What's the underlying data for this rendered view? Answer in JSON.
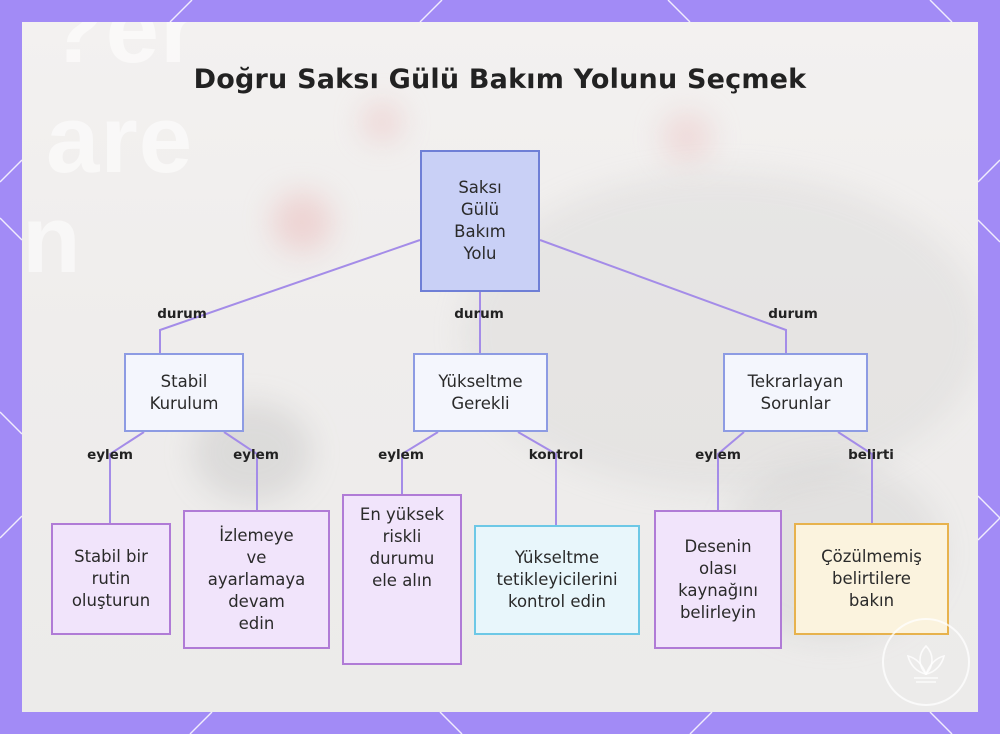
{
  "title": "Doğru Saksı Gülü Bakım Yolunu Seçmek",
  "nodes": {
    "root": "Saksı\nGülü\nBakım\nYolu",
    "stable": "Stabil\nKurulum",
    "upgrade": "Yükseltme\nGerekli",
    "recurring": "Tekrarlayan\nSorunlar",
    "routine": "Stabil bir\nrutin\noluşturun",
    "monitor": "İzlemeye\nve\nayarlamaya\ndevam\nedin",
    "highest_risk": "En yüksek\nriskli\ndurumu\nele alın",
    "triggers": "Yükseltme\ntetikleyicilerini\nkontrol edin",
    "pattern": "Desenin\nolası\nkaynağını\nbelirleyin",
    "symptoms": "Çözülmemiş\nbelirtilere\nbakın"
  },
  "edge_labels": {
    "root_stable": "durum",
    "root_upgrade": "durum",
    "root_recurring": "durum",
    "stable_routine": "eylem",
    "stable_monitor": "eylem",
    "upgrade_risk": "eylem",
    "upgrade_triggers": "kontrol",
    "recurring_pattern": "eylem",
    "recurring_symptoms": "belirti"
  },
  "colors": {
    "frame": "#a28bf6",
    "edge": "#a48ce8",
    "root_fill": "#c9d0f6",
    "action_border": "#b07bd6",
    "control_border": "#6dc8e6",
    "symptom_border": "#e7b24d"
  }
}
